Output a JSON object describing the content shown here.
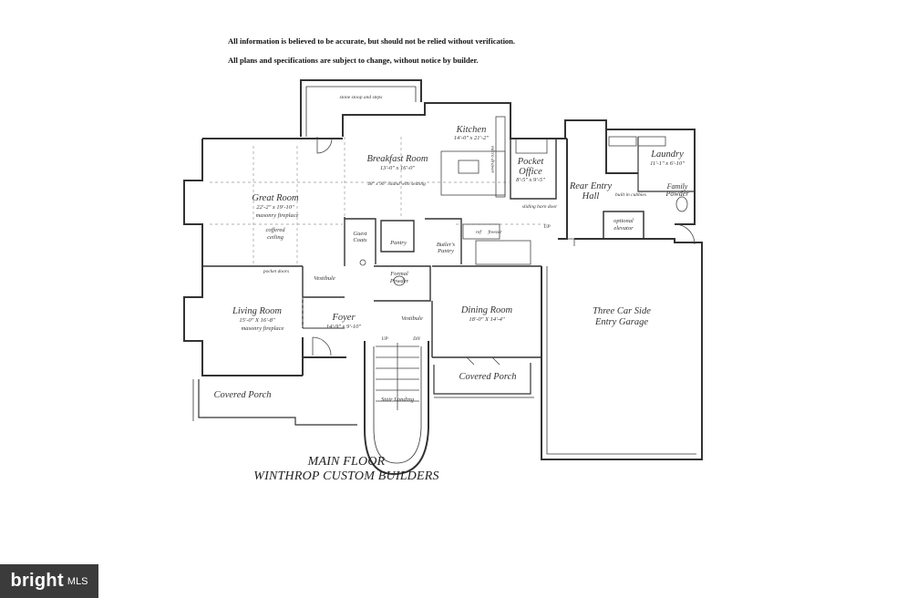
{
  "notes": {
    "line1": "All information is believed to be accurate, but should not be relied without verification.",
    "line2": "All plans and specifications are subject to change, without notice by builder."
  },
  "rooms": {
    "kitchen": {
      "name": "Kitchen",
      "dim": "14'-0\" x 21'-2\""
    },
    "breakfast": {
      "name": "Breakfast Room",
      "dim": "13'-0\" x 16'-0\"",
      "note": "48\" x 96\" island with seating"
    },
    "pocket_office": {
      "name1": "Pocket",
      "name2": "Office",
      "dim": "8'-5\" x 9'-5\"",
      "note": "sliding barn door"
    },
    "rear_entry": {
      "name1": "Rear Entry",
      "name2": "Hall",
      "note": "built in cubbies"
    },
    "laundry": {
      "name": "Laundry",
      "dim": "11'-1\" x 6'-10\""
    },
    "family_powder": {
      "name1": "Family",
      "name2": "Powder"
    },
    "elevator": {
      "name1": "optional",
      "name2": "elevator"
    },
    "great_room": {
      "name": "Great Room",
      "dim": "22'-2\" x 19'-10\"",
      "fireplace": "masonry fireplace",
      "ceiling1": "coffered",
      "ceiling2": "ceiling"
    },
    "guest_coats": {
      "name1": "Guest",
      "name2": "Coats"
    },
    "pantry": {
      "name": "Pantry"
    },
    "butlers_pantry": {
      "name1": "Butler's",
      "name2": "Pantry"
    },
    "formal_powder": {
      "name1": "Formal",
      "name2": "Powder"
    },
    "vestibule_left": {
      "name": "Vestibule"
    },
    "vestibule_right": {
      "name": "Vestibule"
    },
    "pocket_doors": {
      "name": "pocket doors"
    },
    "living_room": {
      "name": "Living Room",
      "dim": "15'-0\" X 16'-8\"",
      "fireplace": "masonry fireplace"
    },
    "foyer": {
      "name": "Foyer",
      "dim": "14'-9\" x 9'-10\""
    },
    "dining_room": {
      "name": "Dining Room",
      "dim": "18'-0\" X 14'-4\""
    },
    "garage": {
      "name1": "Three Car Side",
      "name2": "Entry Garage"
    },
    "covered_porch_left": {
      "name": "Covered Porch"
    },
    "covered_porch_right": {
      "name": "Covered Porch"
    },
    "stair_landing": {
      "name": "Stair Landing"
    },
    "stoop": {
      "name": "stone stoop and steps"
    },
    "up": "UP",
    "dn": "DN",
    "ref": "ref",
    "freezer": "freezer",
    "micro_drawer": "micro drawer"
  },
  "title": {
    "line1": "MAIN FLOOR",
    "line2": "WINTHROP CUSTOM BUILDERS"
  },
  "brand": {
    "name": "bright",
    "sub": "MLS"
  }
}
